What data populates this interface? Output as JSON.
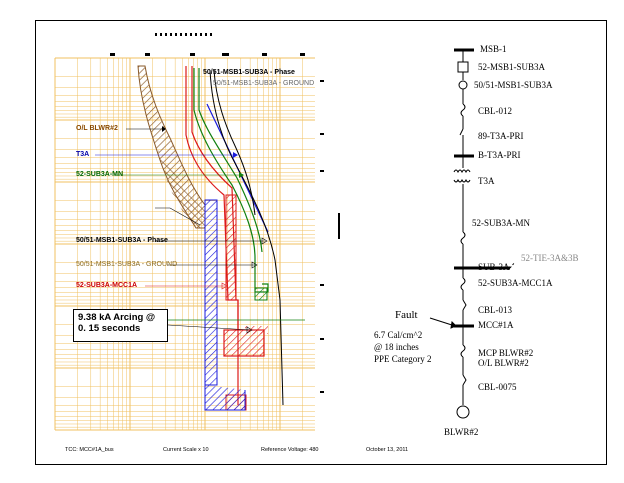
{
  "tcc": {
    "labels": {
      "phase_top": "50/51-MSB1-SUB3A - Phase",
      "ground_top": "50/51-MSB1-SUB3A - GROUND",
      "ol": "O/L BLWR#2",
      "t3a": "T3A",
      "mn": "52-SUB3A-MN",
      "phase_mid": "50/51-MSB1-SUB3A - Phase",
      "ground_mid": "50/51-MSB1-SUB3A - GROUND",
      "mcc1a": "52-SUB3A-MCC1A"
    },
    "callout_line1": "9.38 kA Arcing @",
    "callout_line2": "0. 15 seconds",
    "colors": {
      "grid": "#f0c060",
      "blue": "#1a1adc",
      "green": "#108010",
      "red": "#dc1a1a",
      "brown": "#8a5a2a",
      "black": "#000000",
      "text_blue": "#0000aa",
      "text_green": "#006600",
      "text_red": "#cc0000",
      "text_brown": "#8a4a00"
    }
  },
  "footer": {
    "tcc": "TCC:  MCC#1A_bus",
    "scale": "Current Scale  x 10",
    "voltage": "Reference Voltage: 480",
    "date": "October 13, 2011"
  },
  "oneline": {
    "msb1": "MSB-1",
    "breaker_52_msb1": "52-MSB1-SUB3A",
    "relay": "50/51-MSB1-SUB3A",
    "cbl012": "CBL-012",
    "pri_switch": "89-T3A-PRI",
    "bus_pri": "B-T3A-PRI",
    "xfmr": "T3A",
    "main_breaker": "52-SUB3A-MN",
    "tie": "52-TIE-3A&3B",
    "sub3a": "SUB-3A",
    "mcc1a_breaker": "52-SUB3A-MCC1A",
    "cbl013": "CBL-013",
    "fault": "Fault",
    "mcc1a_bus": "MCC#1A",
    "arc_energy": "6.7 Cal/cm^2",
    "arc_distance": "@ 18 inches",
    "ppe": "PPE Category 2",
    "mcp": "MCP BLWR#2",
    "ol": "O/L BLWR#2",
    "cbl0075": "CBL-0075",
    "motor": "BLWR#2"
  }
}
